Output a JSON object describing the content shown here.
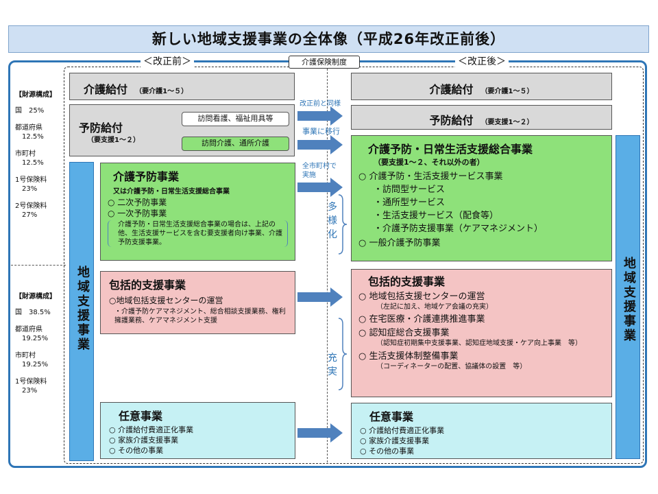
{
  "title": "新しい地域支援事業の全体像（平成26年改正前後）",
  "header": {
    "before_label": "＜改正前＞",
    "after_label": "＜改正後＞",
    "seido_label": "介護保険制度"
  },
  "left_sidebar": {
    "upper": {
      "heading": "【財源構成】",
      "lines": [
        "国　25%",
        "都道府県",
        "12.5%",
        "市町村",
        "12.5%",
        "1号保険料",
        "23%",
        "2号保険料",
        "27%"
      ]
    },
    "lower": {
      "heading": "【財源構成】",
      "lines": [
        "国　38.5%",
        "都道府県",
        "19.25%",
        "市町村",
        "19.25%",
        "1号保険料",
        "23%"
      ]
    }
  },
  "before": {
    "kaigo_kyufu": {
      "title": "介護給付",
      "sub": "（要介護1～５）"
    },
    "yobo_kyufu": {
      "title": "予防給付",
      "sub": "（要支援1～２）",
      "tag1": "訪問看護、福祉用具等",
      "tag2": "訪問介護、通所介護"
    },
    "chiiki_label": "地域支援事業",
    "kaigo_yobo": {
      "title": "介護予防事業",
      "sub": "又は介護予防・日常生活支援総合事業",
      "items": [
        "○ 二次予防事業",
        "○ 一次予防事業"
      ],
      "note": "介護予防・日常生活支援総合事業の場合は、上記の他、生活支援サービスを含む要支援者向け事業、介護予防支援事業。"
    },
    "hokatsu": {
      "title": "包括的支援事業",
      "item": "○地域包括支援センターの運営",
      "note": "・介護予防ケアマネジメント、総合相談支援業務、権利擁護業務、ケアマネジメント支援"
    },
    "nini": {
      "title": "任意事業",
      "items": [
        "○ 介護給付費適正化事業",
        "○ 家族介護支援事業",
        "○ その他の事業"
      ]
    }
  },
  "arrows": {
    "a1": "改正前と同様",
    "a2": "事業に移行",
    "a3_line1": "全市町村で",
    "a3_line2": "実施",
    "tayouka": "多様化",
    "jujitsu": "充実"
  },
  "after": {
    "kaigo_kyufu": {
      "title": "介護給付",
      "sub": "（要介護1～５）"
    },
    "yobo_kyufu": {
      "title": "予防給付",
      "sub": "（要支援1～２）"
    },
    "sogo": {
      "title": "介護予防・日常生活支援総合事業",
      "sub": "（要支援1～２、それ以外の者）",
      "items": [
        "○ 介護予防・生活支援サービス事業",
        "・訪問型サービス",
        "・通所型サービス",
        "・生活支援サービス（配食等）",
        "・介護予防支援事業（ケアマネジメント）",
        "○ 一般介護予防事業"
      ]
    },
    "hokatsu": {
      "title": "包括的支援事業",
      "items": [
        "○ 地域包括支援センターの運営",
        "（左記に加え、地域ケア会議の充実）",
        "○ 在宅医療・介護連携推進事業",
        "○ 認知症総合支援事業",
        "（認知症初期集中支援事業、認知症地域支援・ケア向上事業　等）",
        "○ 生活支援体制整備事業",
        "（コーディネーターの配置、協議体の設置　等）"
      ]
    },
    "nini": {
      "title": "任意事業",
      "items": [
        "○ 介護給付費適正化事業",
        "○ 家族介護支援事業",
        "○ その他の事業"
      ]
    },
    "chiiki_label": "地域支援事業"
  },
  "colors": {
    "frame": "#2e75b6",
    "green": "#8ee17a",
    "pink": "#f4c4c4",
    "cyan": "#c6f1f4",
    "gray": "#d9d9d9",
    "arrow": "#4f81bd"
  }
}
